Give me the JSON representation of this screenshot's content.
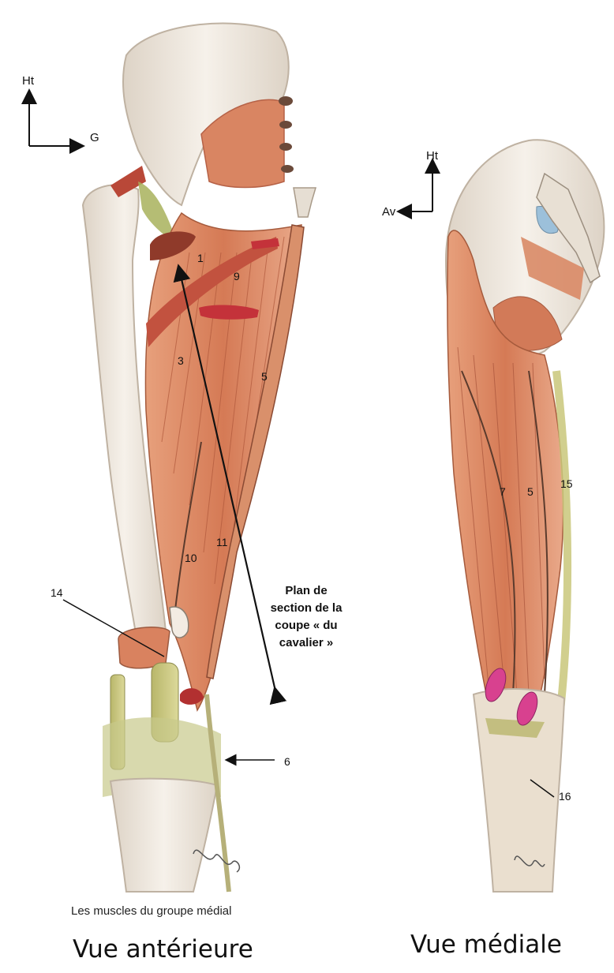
{
  "anterior": {
    "axes": {
      "up": "Ht",
      "side": "G"
    },
    "labels": {
      "n1": "1",
      "n9": "9",
      "n3": "3",
      "n5": "5",
      "n10": "10",
      "n11": "11",
      "n14": "14",
      "n6": "6"
    },
    "plan_label": "Plan de\nsection de la\ncoupe « du\ncavalier »",
    "caption": "Les muscles du groupe médial",
    "title": "Vue antérieure"
  },
  "medial": {
    "axes": {
      "up": "Ht",
      "side": "Av"
    },
    "labels": {
      "n7": "7",
      "n5": "5",
      "n15": "15",
      "n16": "16"
    },
    "title": "Vue médiale"
  },
  "colors": {
    "muscle": "#d9825f",
    "muscle_dark": "#b5483a",
    "tendon": "#c9c77a",
    "bone": "#efe7dd",
    "vessel": "#c4323a",
    "pink": "#d8418f"
  }
}
